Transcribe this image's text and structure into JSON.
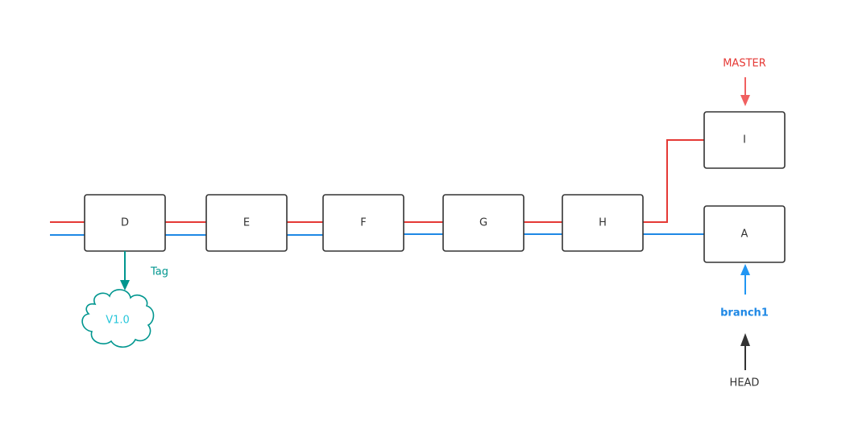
{
  "colors": {
    "master": "#e53935",
    "branch": "#1e88e5",
    "tag": "#00968f",
    "head": "#333333",
    "node_border": "#333333",
    "cloud_text": "#26c6da"
  },
  "nodes": {
    "d": "D",
    "e": "E",
    "f": "F",
    "g": "G",
    "h": "H",
    "i": "I",
    "a": "A"
  },
  "labels": {
    "master": "MASTER",
    "branch": "branch1",
    "head": "HEAD",
    "tag": "Tag",
    "tag_name": "V1.0"
  }
}
